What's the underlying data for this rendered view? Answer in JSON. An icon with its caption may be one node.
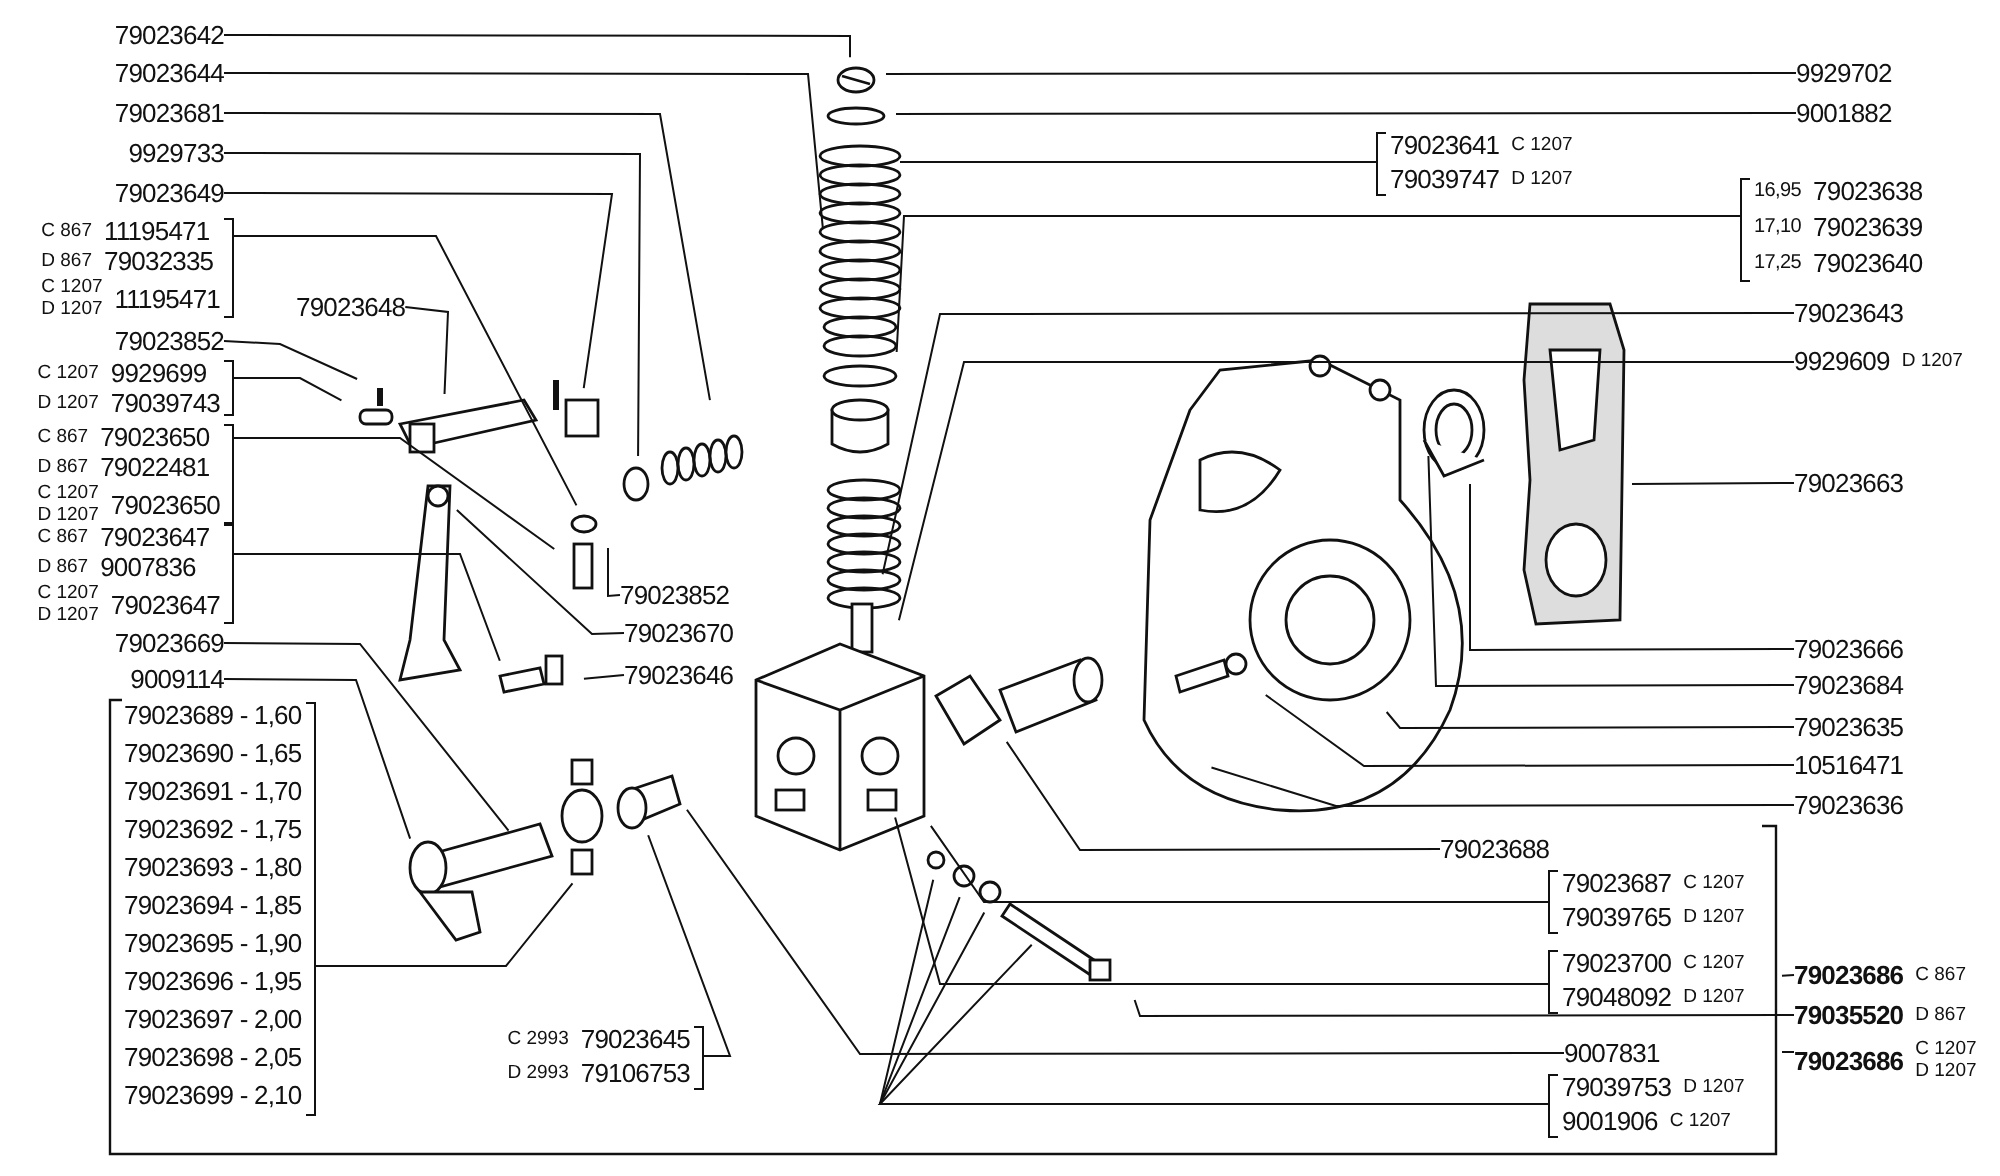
{
  "diagram": {
    "nodes": [
      {
        "text": [
          "79023642"
        ]
      },
      {
        "text": [
          "79023644"
        ]
      },
      {
        "text": [
          "79023681"
        ]
      },
      {
        "text": [
          "9929733"
        ]
      },
      {
        "text": [
          "79023649"
        ]
      },
      {
        "text": [
          "C 867",
          "11195471",
          "D 867",
          "79032335",
          "C 1207",
          "D 1207",
          "11195471"
        ]
      },
      {
        "text": [
          "79023648"
        ]
      },
      {
        "text": [
          "79023852"
        ]
      },
      {
        "text": [
          "C 1207",
          "9929699",
          "D 1207",
          "79039743"
        ]
      },
      {
        "text": [
          "C 867",
          "79023650",
          "D 867",
          "79022481",
          "C 1207",
          "D 1207",
          "79023650"
        ]
      },
      {
        "text": [
          "C 867",
          "79023647",
          "D 867",
          "9007836",
          "C 1207",
          "D 1207",
          "79023647"
        ]
      },
      {
        "text": [
          "79023669"
        ]
      },
      {
        "text": [
          "9009114"
        ]
      },
      {
        "text": [
          "79023689 - 1,60",
          "79023690 - 1,65",
          "79023691 - 1,70",
          "79023692 - 1,75",
          "79023693 - 1,80",
          "79023694 - 1,85",
          "79023695 - 1,90",
          "79023696 - 1,95",
          "79023697 - 2,00",
          "79023698 - 2,05",
          "79023699 - 2,10"
        ]
      },
      {
        "text": [
          "C 2993",
          "79023645",
          "D 2993",
          "79106753"
        ]
      },
      {
        "text": [
          "79023852"
        ]
      },
      {
        "text": [
          "79023670"
        ]
      },
      {
        "text": [
          "79023646"
        ]
      },
      {
        "text": [
          "9929702"
        ]
      },
      {
        "text": [
          "9001882"
        ]
      },
      {
        "text": [
          "79023641",
          "C 1207",
          "79039747",
          "D 1207"
        ]
      },
      {
        "text": [
          "16,95",
          "79023638",
          "17,10",
          "79023639",
          "17,25",
          "79023640"
        ]
      },
      {
        "text": [
          "79023643"
        ]
      },
      {
        "text": [
          "9929609",
          "D 1207"
        ]
      },
      {
        "text": [
          "79023663"
        ]
      },
      {
        "text": [
          "79023666"
        ]
      },
      {
        "text": [
          "79023684"
        ]
      },
      {
        "text": [
          "79023635"
        ]
      },
      {
        "text": [
          "10516471"
        ]
      },
      {
        "text": [
          "79023636"
        ]
      },
      {
        "text": [
          "79023688"
        ]
      },
      {
        "text": [
          "79023687",
          "C 1207",
          "79039765",
          "D 1207"
        ]
      },
      {
        "text": [
          "79023700",
          "C 1207",
          "79048092",
          "D 1207"
        ]
      },
      {
        "text": [
          "79023686",
          "C 867"
        ]
      },
      {
        "text": [
          "79035520",
          "D 867"
        ]
      },
      {
        "text": [
          "79023686",
          "C 1207",
          "D 1207"
        ]
      },
      {
        "text": [
          "9007831"
        ]
      },
      {
        "text": [
          "79039753",
          "D 1207",
          "9001906",
          "C 1207"
        ]
      }
    ],
    "edges": [
      {
        "from": 0,
        "to": null,
        "arrow": "none"
      },
      {
        "from": 1,
        "to": null,
        "arrow": "none"
      },
      {
        "from": 2,
        "to": null,
        "arrow": "none"
      },
      {
        "from": 3,
        "to": null,
        "arrow": "none"
      },
      {
        "from": 4,
        "to": null,
        "arrow": "none"
      },
      {
        "from": 5,
        "to": null,
        "arrow": "none"
      },
      {
        "from": 6,
        "to": null,
        "arrow": "none"
      },
      {
        "from": 7,
        "to": null,
        "arrow": "none"
      },
      {
        "from": 8,
        "to": null,
        "arrow": "none"
      },
      {
        "from": 9,
        "to": null,
        "arrow": "none"
      },
      {
        "from": 10,
        "to": null,
        "arrow": "none"
      },
      {
        "from": 11,
        "to": null,
        "arrow": "none"
      },
      {
        "from": 12,
        "to": null,
        "arrow": "none"
      },
      {
        "from": 13,
        "to": null,
        "arrow": "none"
      },
      {
        "from": 14,
        "to": null,
        "arrow": "none"
      },
      {
        "from": 15,
        "to": null,
        "arrow": "none"
      },
      {
        "from": 16,
        "to": null,
        "arrow": "none"
      },
      {
        "from": 17,
        "to": null,
        "arrow": "none"
      },
      {
        "from": 18,
        "to": null,
        "arrow": "none"
      },
      {
        "from": 19,
        "to": null,
        "arrow": "none"
      },
      {
        "from": 20,
        "to": null,
        "arrow": "none"
      },
      {
        "from": 21,
        "to": null,
        "arrow": "none"
      },
      {
        "from": 22,
        "to": null,
        "arrow": "none"
      },
      {
        "from": 23,
        "to": null,
        "arrow": "none"
      },
      {
        "from": 24,
        "to": null,
        "arrow": "none"
      },
      {
        "from": 25,
        "to": null,
        "arrow": "none"
      },
      {
        "from": 26,
        "to": null,
        "arrow": "none"
      },
      {
        "from": 27,
        "to": null,
        "arrow": "none"
      },
      {
        "from": 28,
        "to": null,
        "arrow": "none"
      },
      {
        "from": 29,
        "to": null,
        "arrow": "none"
      },
      {
        "from": 30,
        "to": null,
        "arrow": "none"
      },
      {
        "from": 31,
        "to": null,
        "arrow": "none"
      },
      {
        "from": 32,
        "to": null,
        "arrow": "none"
      },
      {
        "from": 33,
        "to": null,
        "arrow": "none"
      },
      {
        "from": 34,
        "to": null,
        "arrow": "none"
      },
      {
        "from": 35,
        "to": null,
        "arrow": "none"
      },
      {
        "from": 36,
        "to": null,
        "arrow": "none"
      },
      {
        "from": 37,
        "to": null,
        "arrow": "none"
      },
      {
        "from": 37,
        "to": null,
        "arrow": "none"
      },
      {
        "from": 37,
        "to": null,
        "arrow": "none"
      },
      {
        "from": 37,
        "to": null,
        "arrow": "none"
      }
    ]
  }
}
